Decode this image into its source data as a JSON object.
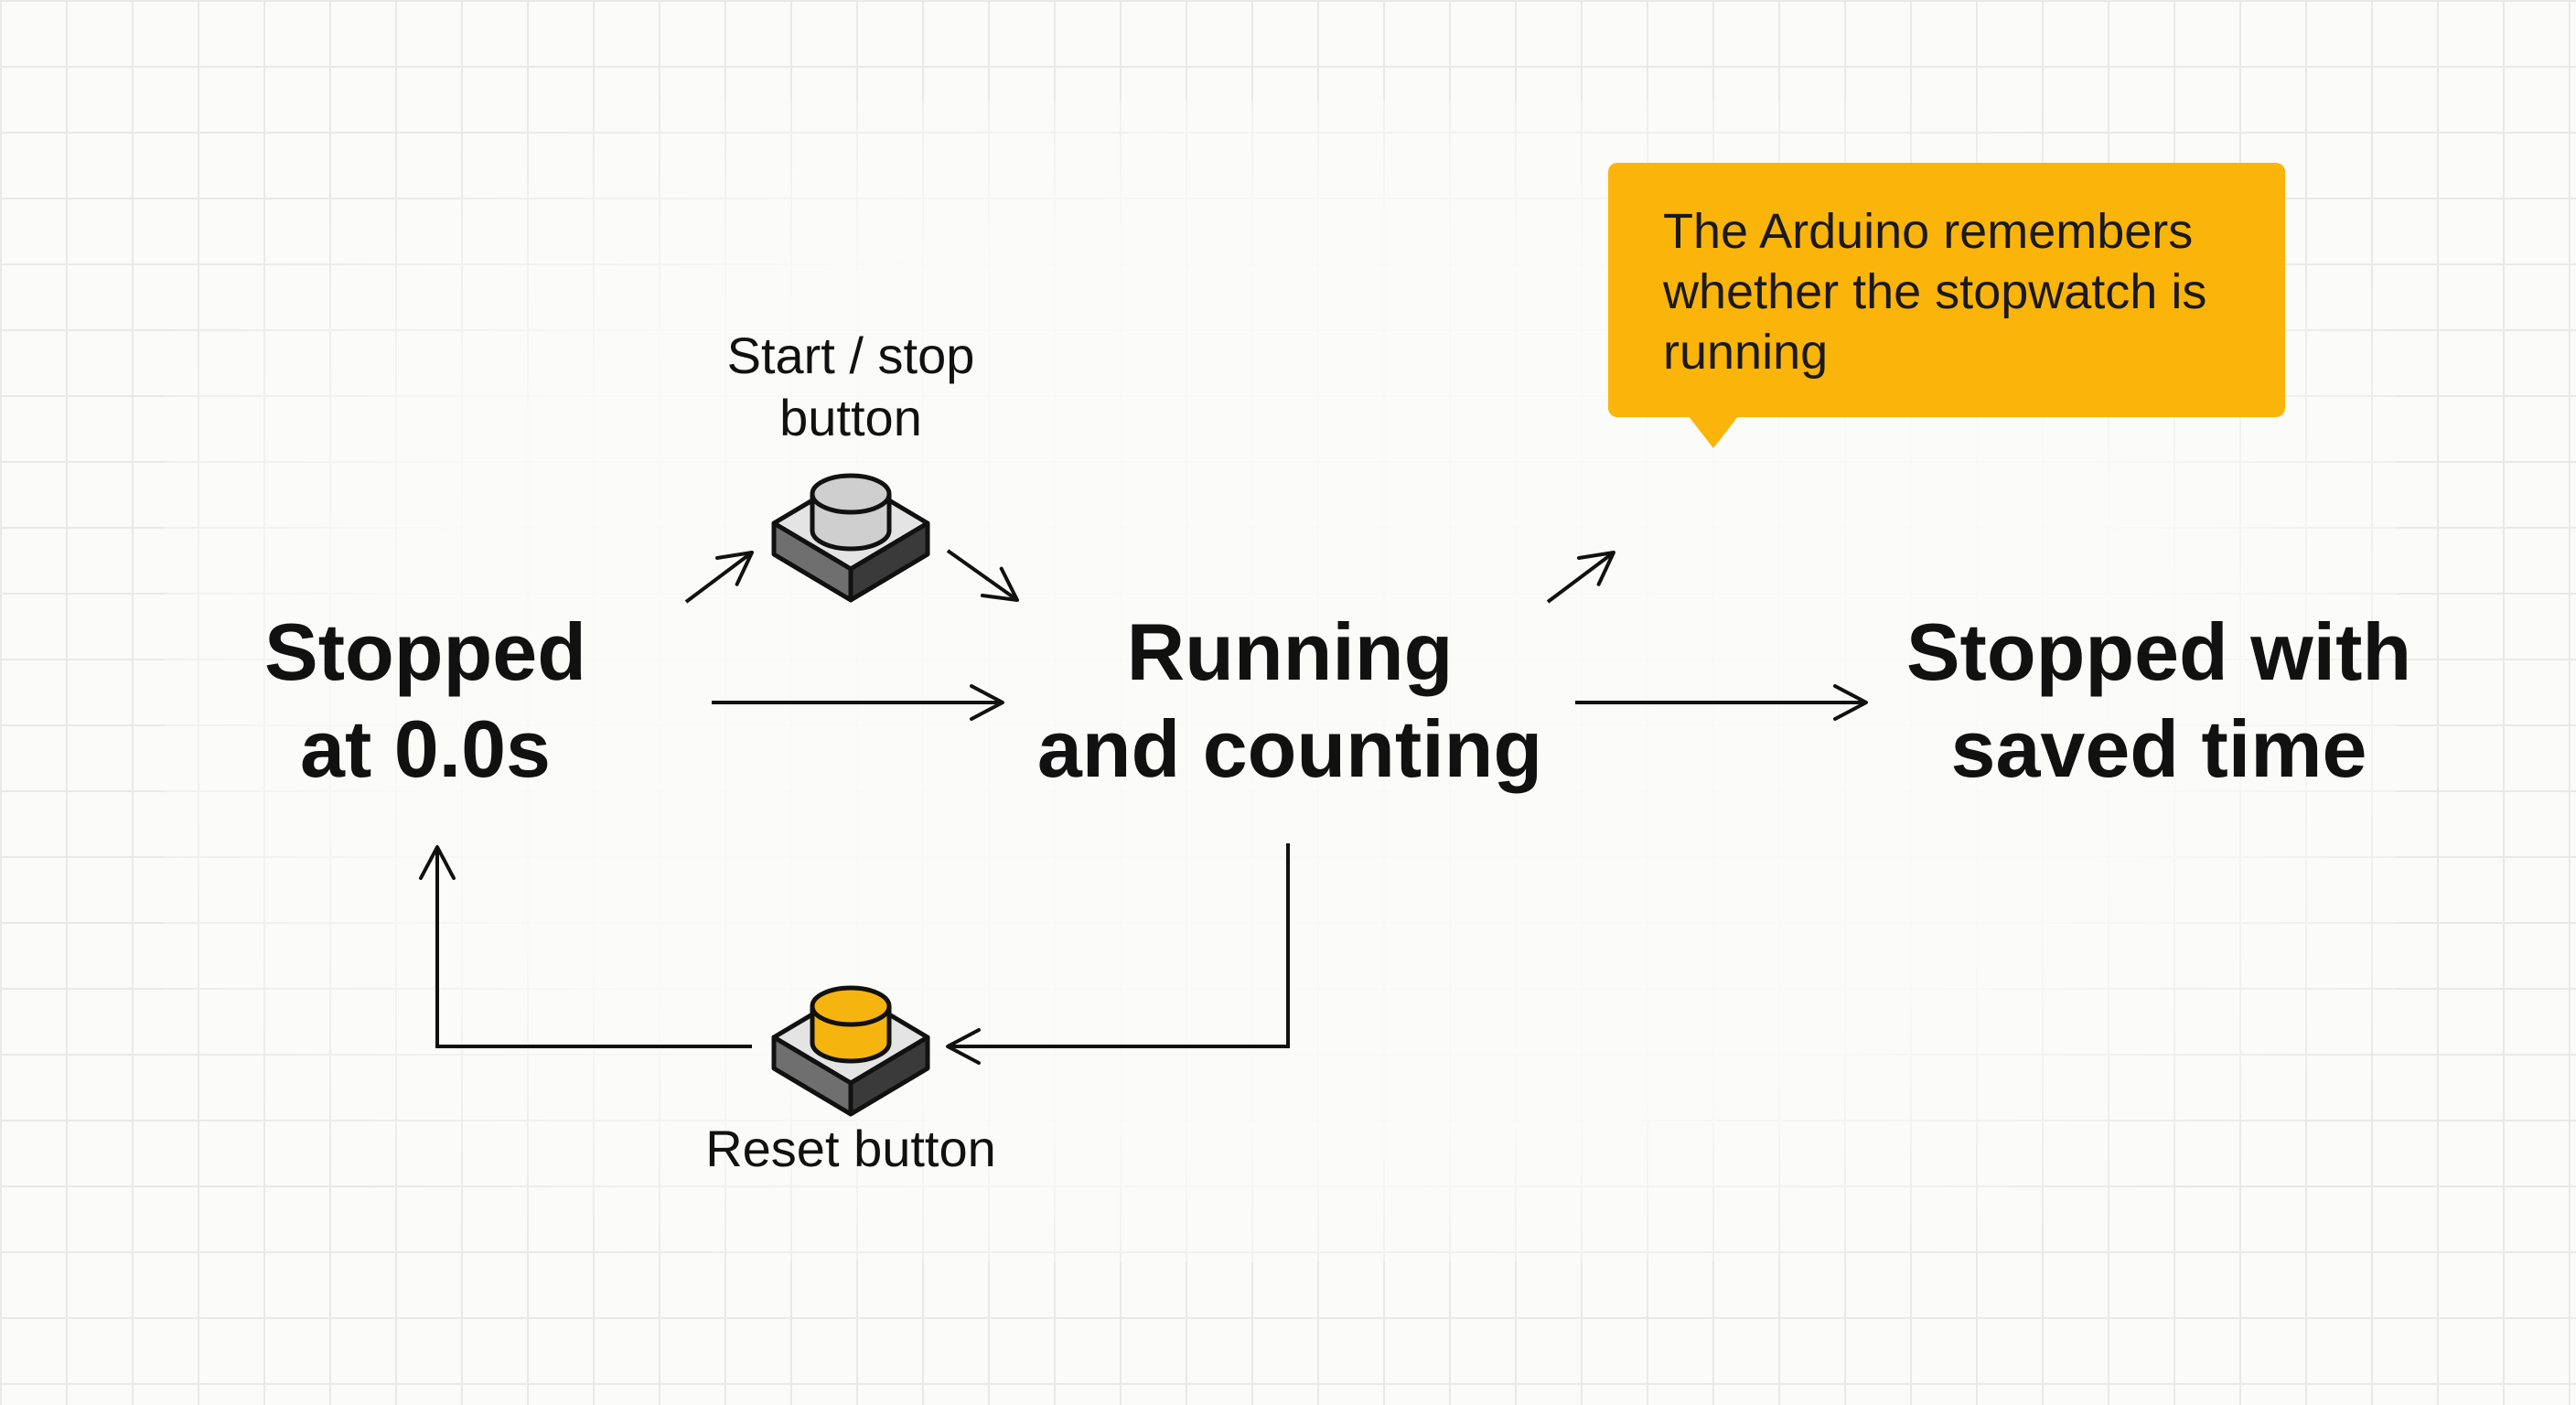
{
  "states": {
    "stopped_zero": "Stopped\nat 0.0s",
    "running": "Running\nand counting",
    "stopped_saved": "Stopped with\nsaved time"
  },
  "buttons": {
    "start_stop_label": "Start / stop\nbutton",
    "reset_label": "Reset button",
    "start_stop_color": "#cfcfcf",
    "reset_color": "#f6b40e"
  },
  "callout": {
    "text": "The Arduino remembers whether the stopwatch is running",
    "color": "#fbb40a"
  }
}
